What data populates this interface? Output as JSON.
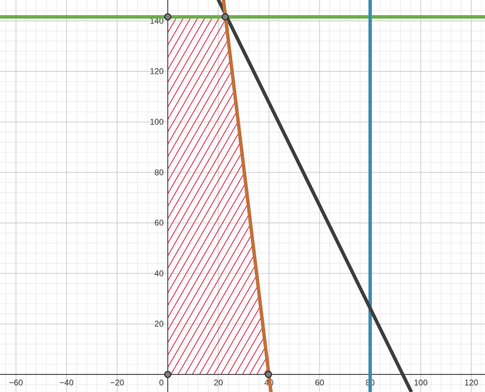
{
  "chart_data": {
    "type": "line",
    "xlim": [
      -66,
      125
    ],
    "ylim": [
      -7,
      147
    ],
    "grid": true,
    "axes": {
      "x_ticks": [
        -60,
        -40,
        -20,
        20,
        40,
        60,
        80,
        100,
        120
      ],
      "y_ticks": [
        20,
        40,
        60,
        80,
        100,
        120,
        140
      ],
      "x_tick_labels": [
        "−60",
        "−40",
        "−20",
        "20",
        "40",
        "60",
        "80",
        "100",
        "120"
      ],
      "y_tick_labels": [
        "20",
        "40",
        "60",
        "80",
        "100",
        "120",
        "140"
      ],
      "origin_label": "0"
    },
    "lines": [
      {
        "kind": "horizontal",
        "y": 141.6,
        "color": "#6bb04a"
      },
      {
        "kind": "vertical",
        "x": 80,
        "color": "#3b8bb4"
      },
      {
        "kind": "segment",
        "points": [
          [
            19.2,
            150
          ],
          [
            96.3,
            -7
          ]
        ],
        "color": "#3c3c3c"
      },
      {
        "kind": "segment",
        "points": [
          [
            21.8,
            150
          ],
          [
            40.8,
            -7
          ]
        ],
        "color": "#c0703a"
      }
    ],
    "feasible_region": {
      "vertices": [
        [
          0,
          0
        ],
        [
          0,
          141.6
        ],
        [
          22.7,
          141.6
        ],
        [
          39.8,
          0
        ]
      ],
      "fill": "hatched",
      "color": "#dc143c"
    },
    "points": [
      [
        0,
        141.6
      ],
      [
        22.7,
        141.6
      ],
      [
        0,
        0
      ],
      [
        39.8,
        0
      ]
    ]
  }
}
